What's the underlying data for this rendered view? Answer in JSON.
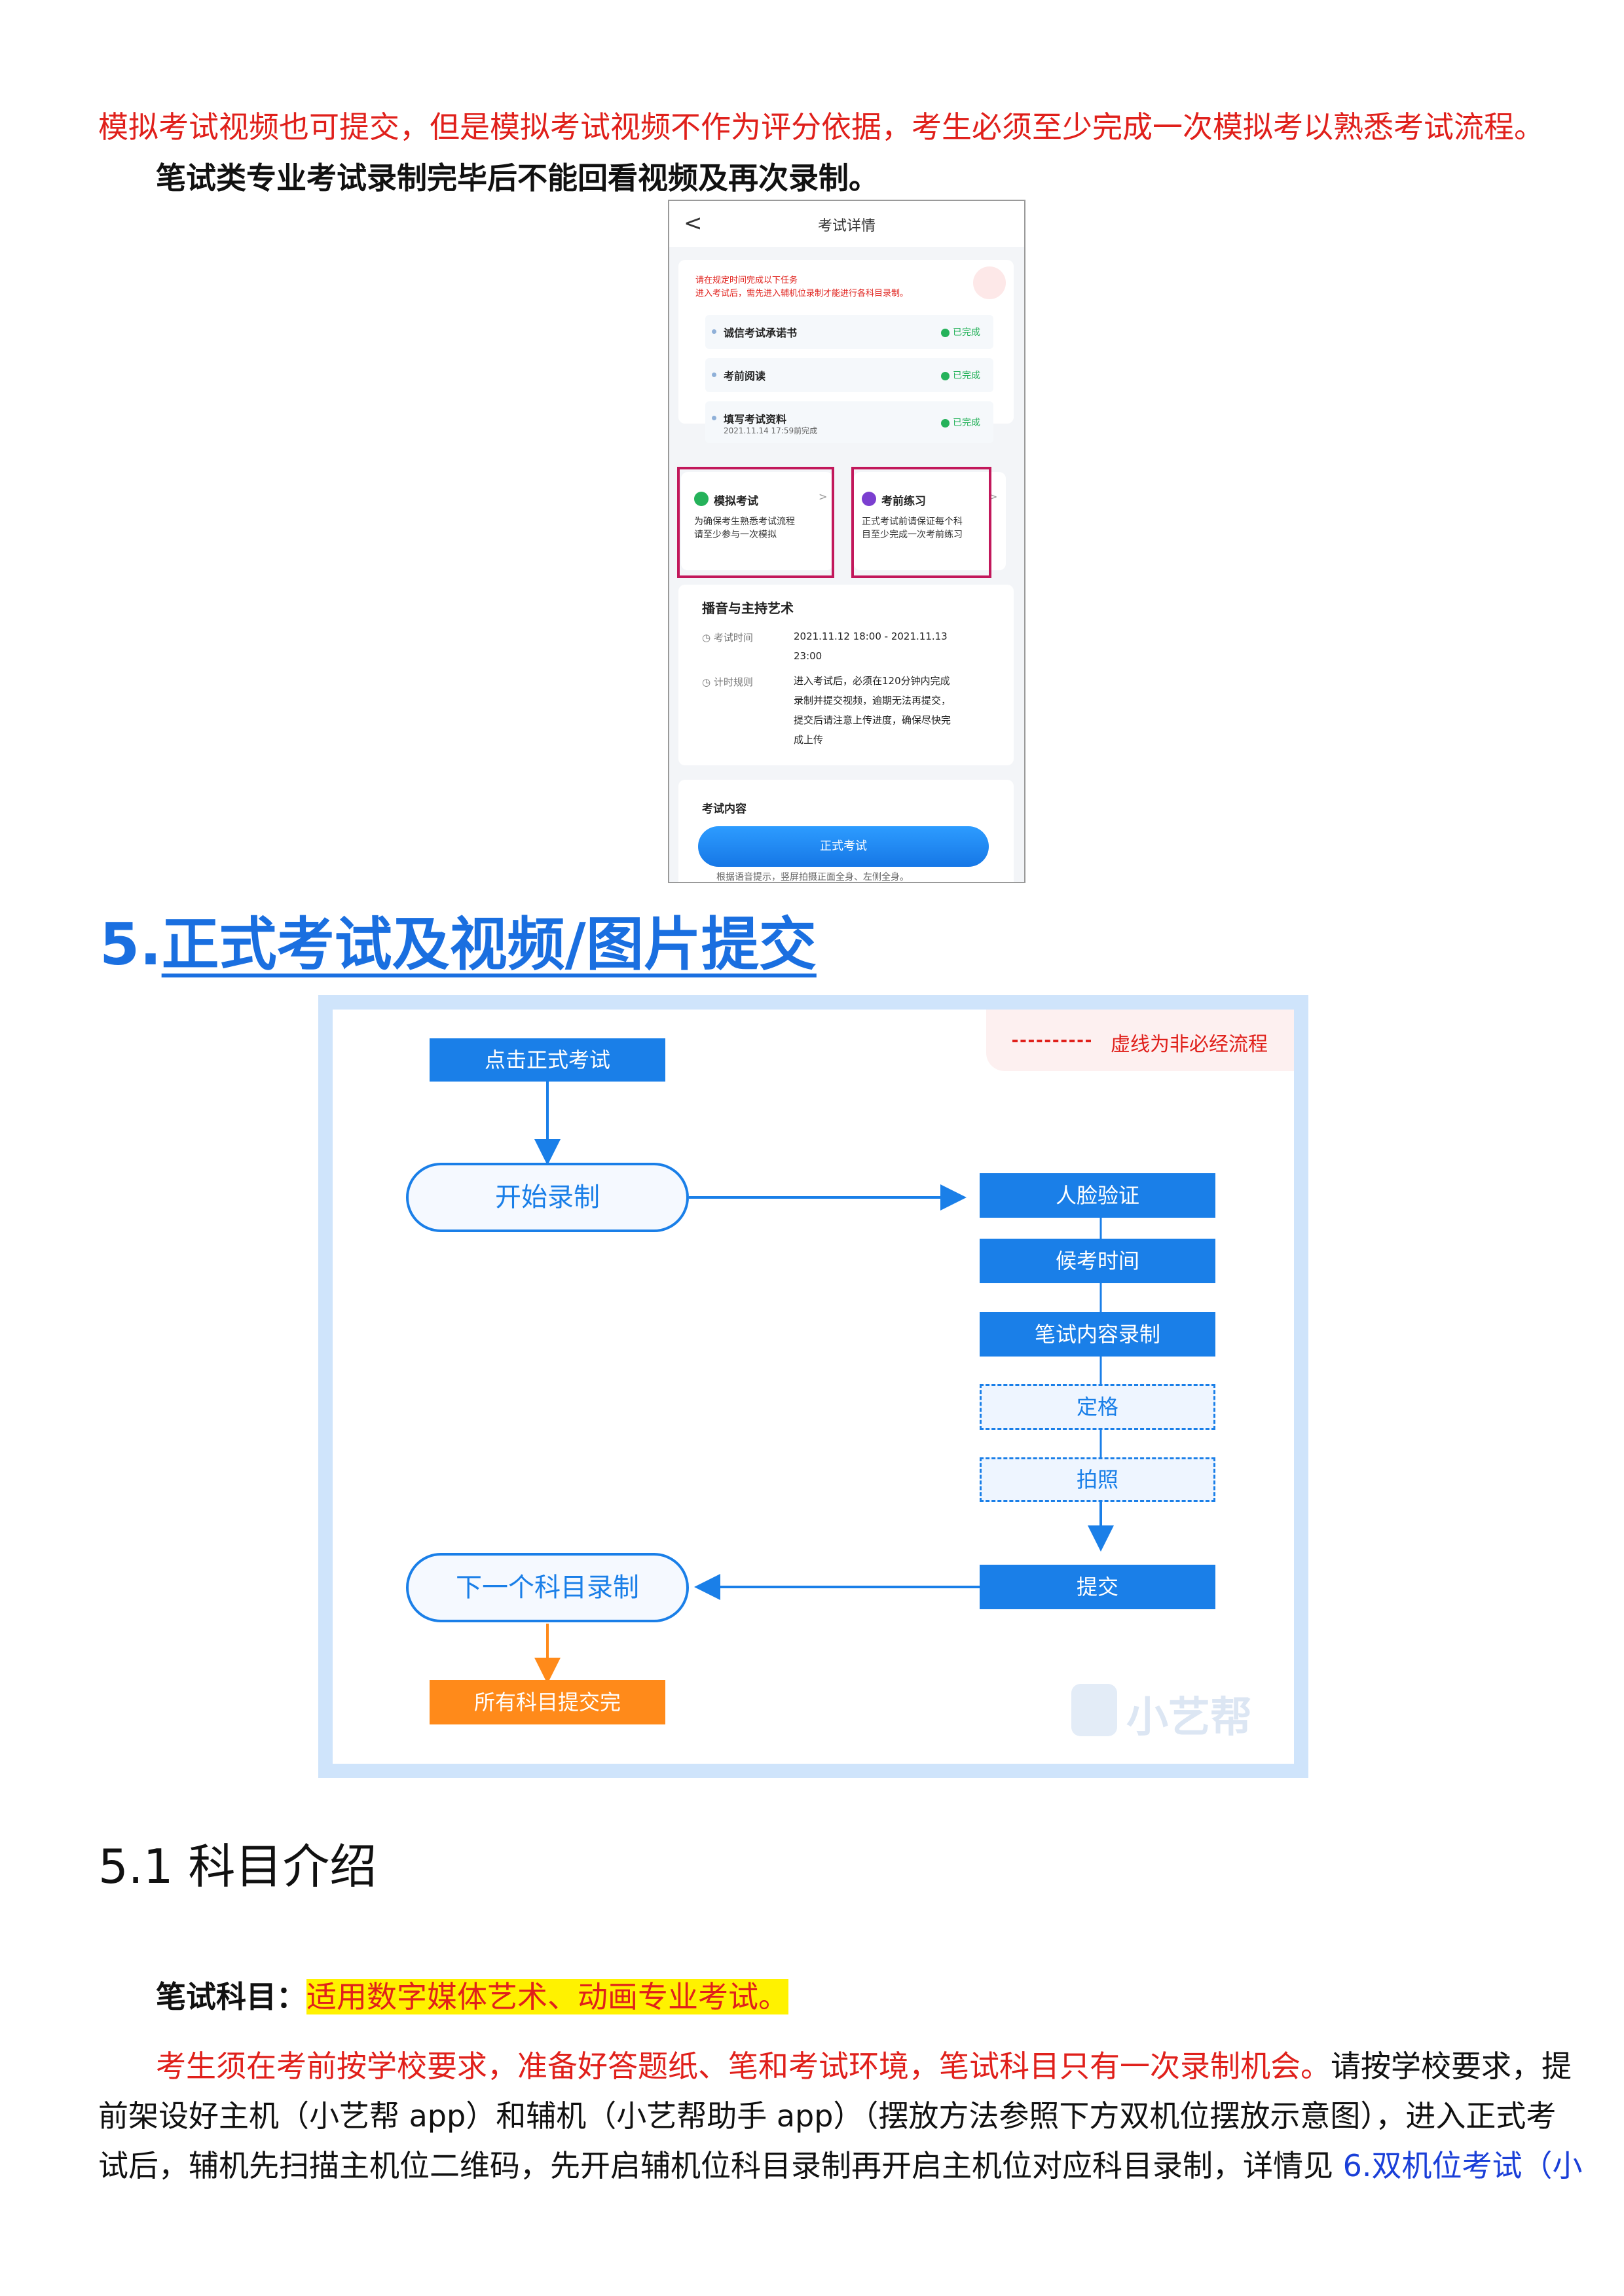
{
  "intro": {
    "line1": "模拟考试视频也可提交，但是模拟考试视频不作为评分依据，考生必须至少完成一次模拟考以熟悉考试流程。",
    "line2": "笔试类专业考试录制完毕后不能回看视频及再次录制。"
  },
  "phone": {
    "back_glyph": "<",
    "title": "考试详情",
    "notice_line1": "请在规定时间完成以下任务",
    "notice_line2": "进入考试后，需先进入辅机位录制才能进行各科目录制。",
    "tasks": [
      {
        "name": "诚信考试承诺书",
        "sub": "",
        "status": "已完成"
      },
      {
        "name": "考前阅读",
        "sub": "",
        "status": "已完成"
      },
      {
        "name": "填写考试资料",
        "sub": "2021.11.14 17:59前完成",
        "status": "已完成"
      }
    ],
    "mock": {
      "title": "模拟考试",
      "desc1": "为确保考生熟悉考试流程",
      "desc2": "请至少参与一次模拟",
      "chevron": ">"
    },
    "practice": {
      "title": "考前练习",
      "desc1": "正式考试前请保证每个科",
      "desc2": "目至少完成一次考前练习",
      "chevron": ">"
    },
    "subject": {
      "name": "播音与主持艺术",
      "time_label": "考试时间",
      "time_line1": "2021.11.12 18:00 - 2021.11.13",
      "time_line2": "23:00",
      "rule_label": "计时规则",
      "rule_lines": [
        "进入考试后，必须在120分钟内完成",
        "录制并提交视频，逾期无法再提交，",
        "提交后请注意上传进度，确保尽快完",
        "成上传"
      ]
    },
    "content_title": "考试内容",
    "formal_button": "正式考试",
    "bottom_hint": "根据语音提示，竖屏拍摄正面全身、左侧全身。"
  },
  "heading5": {
    "number": "5.",
    "text": "正式考试及视频/图片提交"
  },
  "flow": {
    "legend": "虚线为非必经流程",
    "start": "点击正式考试",
    "begin_record": "开始录制",
    "face": "人脸验证",
    "wait": "候考时间",
    "written": "笔试内容录制",
    "fix": "定格",
    "photo": "拍照",
    "submit": "提交",
    "next": "下一个科目录制",
    "done": "所有科目提交完",
    "watermark": "小艺帮"
  },
  "section51": {
    "title": "5.1 科目介绍"
  },
  "written_subject": {
    "label": "笔试科目：",
    "text": "适用数字媒体艺术、动画专业考试。"
  },
  "para": {
    "red": "考生须在考前按学校要求，准备好答题纸、笔和考试环境，笔试科目只有一次录制机会。",
    "black1": "请按学校要求，提",
    "line2": "前架设好主机（小艺帮 app）和辅机（小艺帮助手 app）（摆放方法参照下方双机位摆放示意图），进入正式考",
    "line3_black": "试后，辅机先扫描主机位二维码，先开启辅机位科目录制再开启主机位对应科目录制，详情见 ",
    "line3_link": "6.双机位考试（小"
  },
  "colors": {
    "accent_blue": "#1a7fe8",
    "red": "#e0201b",
    "orange": "#ff8a1a",
    "highlight_pink": "#c2185b",
    "yellow": "#fff200"
  }
}
